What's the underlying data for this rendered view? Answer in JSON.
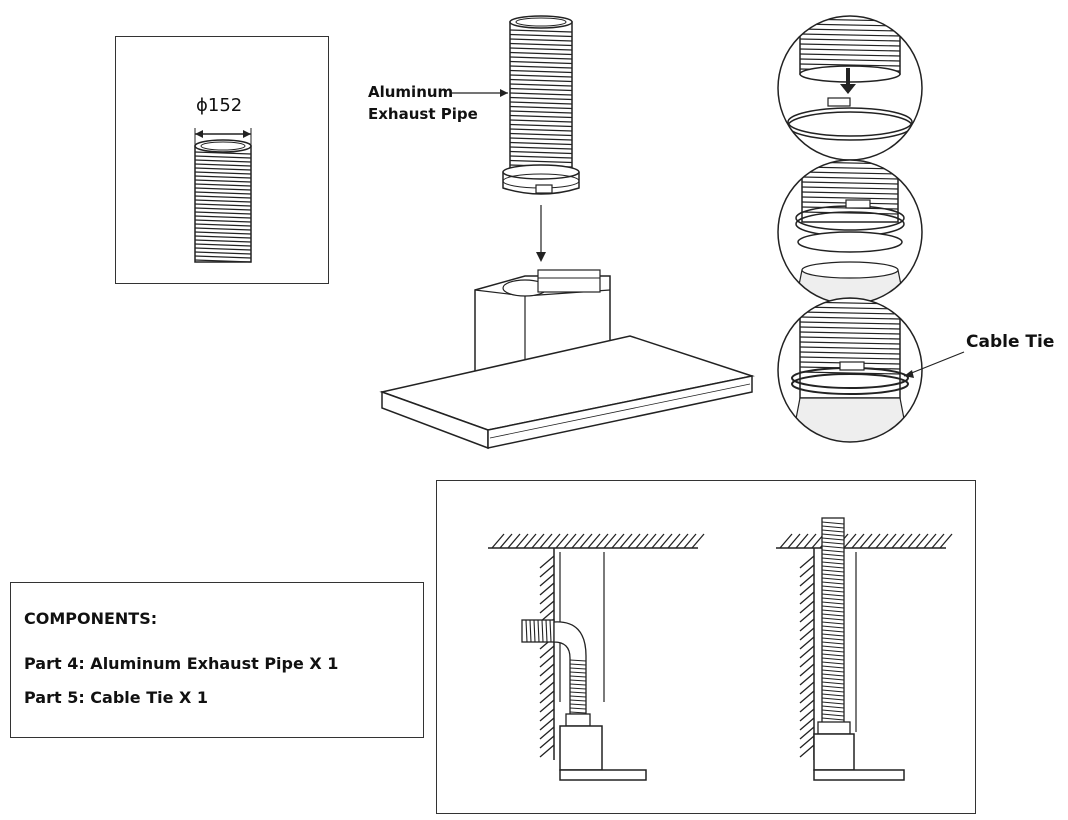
{
  "labels": {
    "diameter": "ϕ152",
    "pipe_label_line1": "Aluminum",
    "pipe_label_line2": "Exhaust Pipe",
    "cable_tie": "Cable Tie"
  },
  "components": {
    "title": "COMPONENTS:",
    "items": [
      "Part 4:  Aluminum Exhaust Pipe X 1",
      "Part 5:  Cable Tie X 1"
    ]
  },
  "colors": {
    "line": "#222222",
    "fill": "#ffffff"
  }
}
